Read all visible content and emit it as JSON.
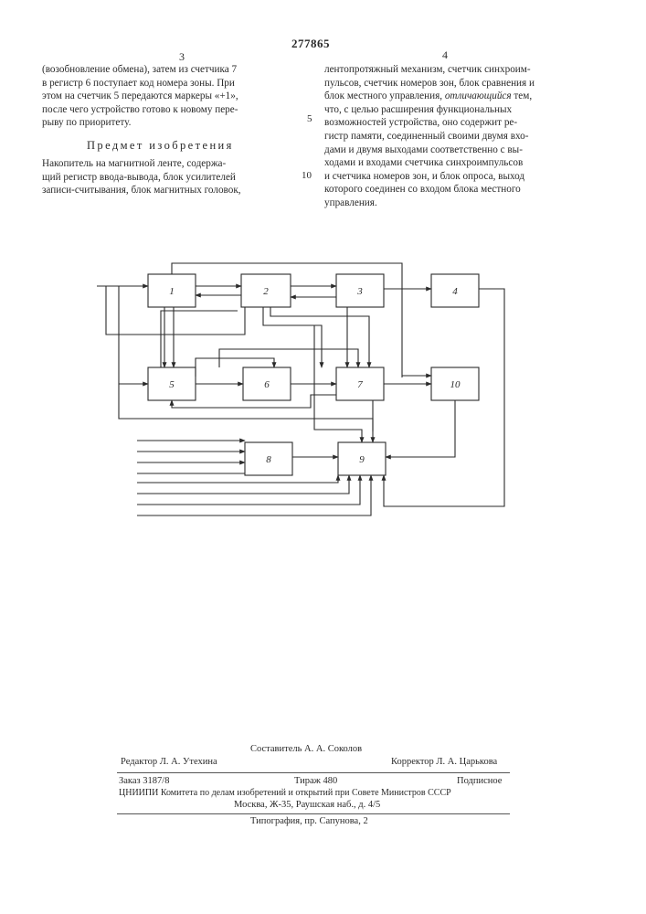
{
  "patent_number": "277865",
  "column_left_number": "3",
  "column_right_number": "4",
  "left_column_lines": [
    "(возобновление обмена), затем из счетчика 7",
    "в регистр 6 поступает код номера зоны. При",
    "этом на счетчик 5 передаются маркеры «+1»,",
    "после чего устройство готово к новому пере-",
    "рыву по приоритету."
  ],
  "heading": "Предмет изобретения",
  "claim_lines": [
    "Накопитель на магнитной ленте, содержа-",
    "щий регистр ввода-вывода, блок усилителей",
    "записи-считывания, блок магнитных головок,"
  ],
  "right_column_lines": [
    "лентопротяжный механизм, счетчик синхроим-",
    "пульсов, счетчик номеров  зон, блок сравнения и",
    "блок местного управления, отличающийся тем,",
    "что, с целью  расширения  функциональных",
    "возможностей устройства,  оно содержит ре-",
    "гистр памяти, соединенный своими двумя вхо-",
    "дами и двумя выходами соответственно с вы-",
    "ходами и входами счетчика синхроимпульсов",
    "и счетчика номеров зон, и блок опроса, выход",
    "которого соединен со входом  блока местного",
    "управления."
  ],
  "line_number_5": "5",
  "line_number_10": "10",
  "diagram_blocks": [
    "1",
    "2",
    "3",
    "4",
    "5",
    "6",
    "7",
    "8",
    "9",
    "10"
  ],
  "footer": {
    "compiler": "Составитель А. А. Соколов",
    "editor": "Редактор Л. А. Утехина",
    "corrector": "Корректор Л. А. Царькова",
    "order": "Заказ 3187/8",
    "circulation": "Тираж  480",
    "subscription": "Подписное",
    "institute": "ЦНИИПИ Комитета по делам изобретений и открытий при Совете Министров СССР",
    "address": "Москва, Ж-35, Раушская наб., д. 4/5",
    "printing": "Типография, пр. Сапунова, 2"
  }
}
